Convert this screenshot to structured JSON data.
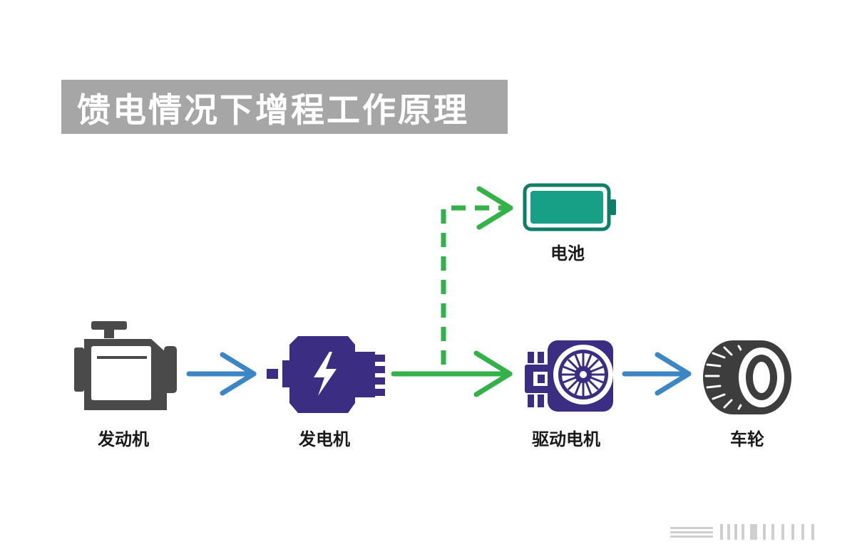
{
  "title": "馈电情况下增程工作原理",
  "colors": {
    "title_bg": "#a6a6a6",
    "blue_arrow": "#3d86c6",
    "green_arrow": "#33b24a",
    "purple": "#3b2d82",
    "engine_gray": "#4a4a4a",
    "battery_fill": "#17a085",
    "battery_outline": "#0f7e69"
  },
  "nodes": {
    "engine": {
      "label": "发动机",
      "icon": "engine-icon"
    },
    "generator": {
      "label": "发电机",
      "icon": "generator-icon"
    },
    "battery": {
      "label": "电池",
      "icon": "battery-icon"
    },
    "drive_motor": {
      "label": "驱动电机",
      "icon": "drive-motor-icon"
    },
    "wheel": {
      "label": "车轮",
      "icon": "tire-icon"
    }
  },
  "flows": [
    {
      "from": "engine",
      "to": "generator",
      "style": "solid",
      "color": "blue"
    },
    {
      "from": "generator",
      "to": "drive_motor",
      "style": "solid",
      "color": "green"
    },
    {
      "from": "generator",
      "to": "battery",
      "style": "dashed",
      "color": "green"
    },
    {
      "from": "drive_motor",
      "to": "wheel",
      "style": "solid",
      "color": "blue"
    }
  ]
}
